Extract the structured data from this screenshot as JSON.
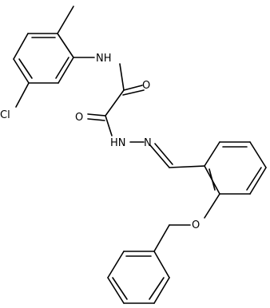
{
  "atom_labels": {
    "nh": "NH",
    "cl": "Cl",
    "o_top": "O",
    "o_left": "O",
    "hn": "HN",
    "n": "N",
    "o_ether": "O"
  },
  "colors": {
    "bond": "#000000",
    "text": "#000000",
    "background": "#ffffff"
  }
}
